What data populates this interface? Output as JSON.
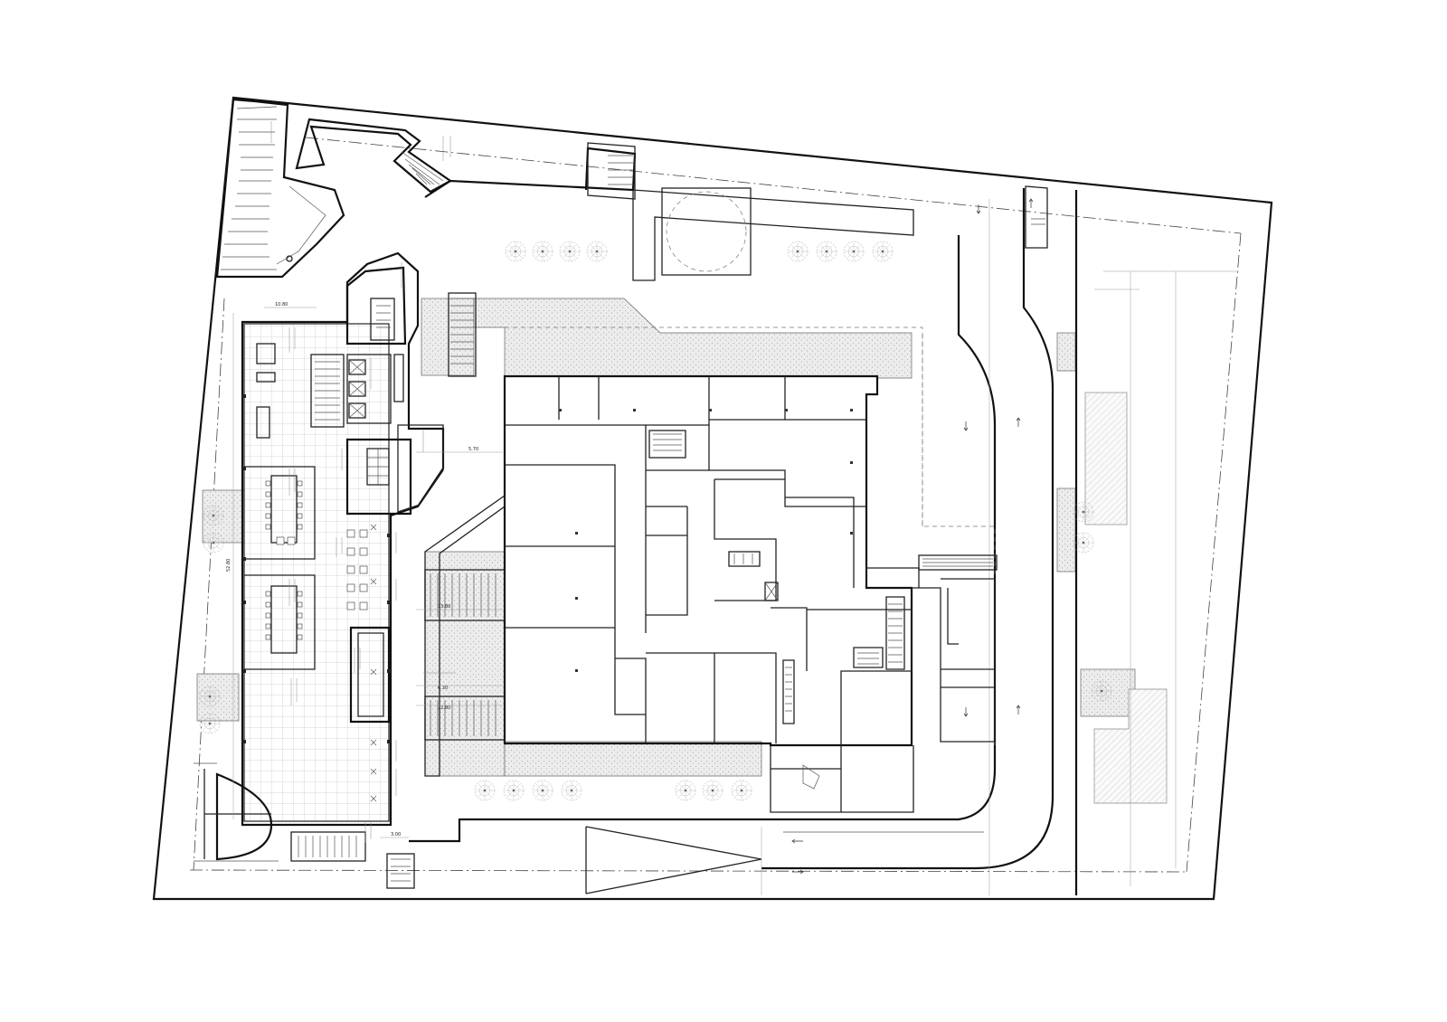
{
  "drawing": {
    "type": "site floor plan",
    "line_color": "#111111",
    "fill_gravel": "#e6e6e6"
  },
  "dimensions": {
    "d1": "10.80",
    "d2": "52.80",
    "d3": "5.70",
    "d4": "13.80",
    "d5": "6.30",
    "d6": "12.80",
    "d7": "3.00"
  }
}
